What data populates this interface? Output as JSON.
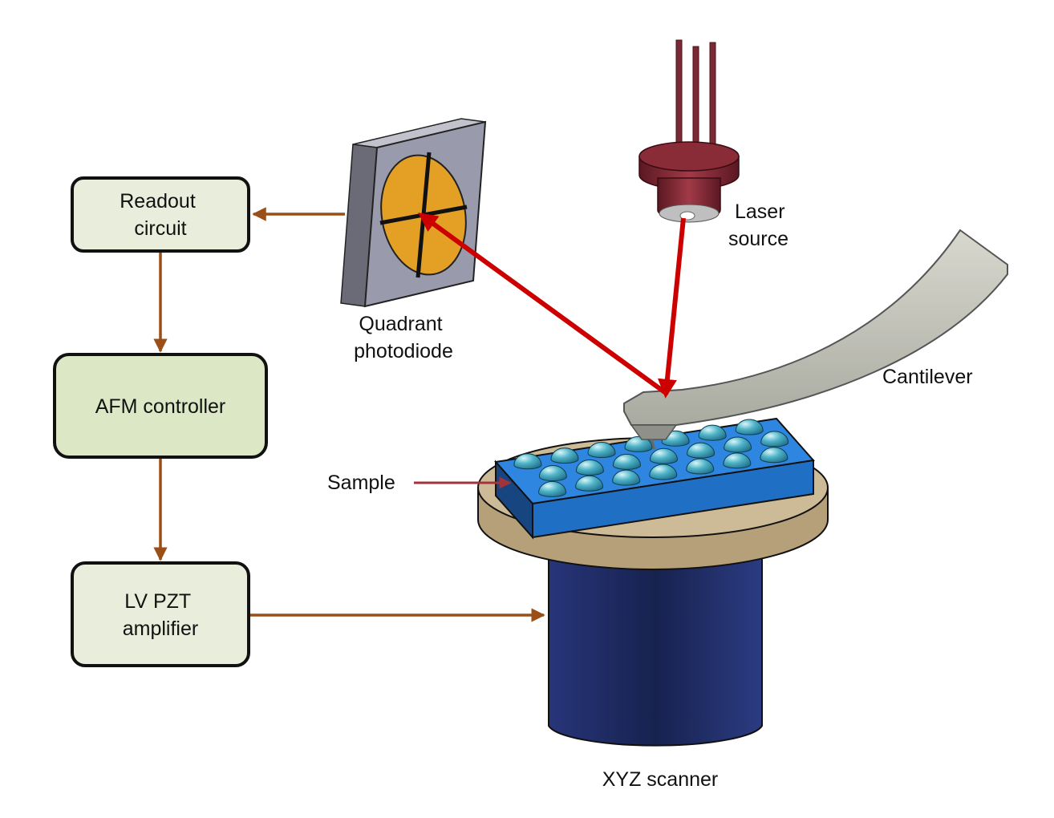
{
  "blocks": {
    "readout": [
      "Readout",
      "circuit"
    ],
    "controller": [
      "AFM controller"
    ],
    "amplifier": [
      "LV PZT",
      "amplifier"
    ]
  },
  "labels": {
    "photodiode": [
      "Quadrant",
      "photodiode"
    ],
    "laser": [
      "Laser",
      "source"
    ],
    "cantilever": "Cantilever",
    "sample": "Sample",
    "scanner": "XYZ scanner"
  },
  "colors": {
    "signal_arrow": "#9a4f17",
    "laser_beam": "#cc0000",
    "block_fill": "#e8eedb",
    "controller_fill": "#dce7c5",
    "sample_fill": "#1f6fc4",
    "scanner_fill": "#1e2e6a",
    "stage_fill": "#c2b08e",
    "sensor_fill": "#e3a024",
    "laser_body": "#7a2430"
  }
}
